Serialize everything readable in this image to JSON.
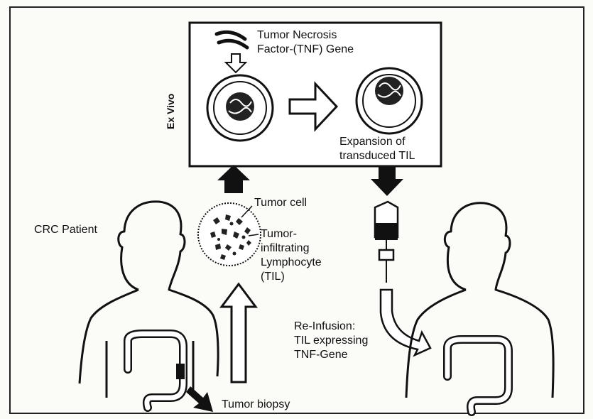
{
  "labels": {
    "exvivo": "Ex Vivo",
    "tnf_line1": "Tumor Necrosis",
    "tnf_line2": "Factor-(TNF) Gene",
    "expansion_line1": "Expansion of",
    "expansion_line2": "transduced TIL",
    "patient": "CRC Patient",
    "tumor_cell": "Tumor cell",
    "til_line1": "Tumor-",
    "til_line2": "infiltrating",
    "til_line3": "Lymphocyte",
    "til_line4": "(TIL)",
    "reinfusion_line1": "Re-Infusion:",
    "reinfusion_line2": "TIL expressing",
    "reinfusion_line3": "TNF-Gene",
    "biopsy": "Tumor biopsy"
  }
}
